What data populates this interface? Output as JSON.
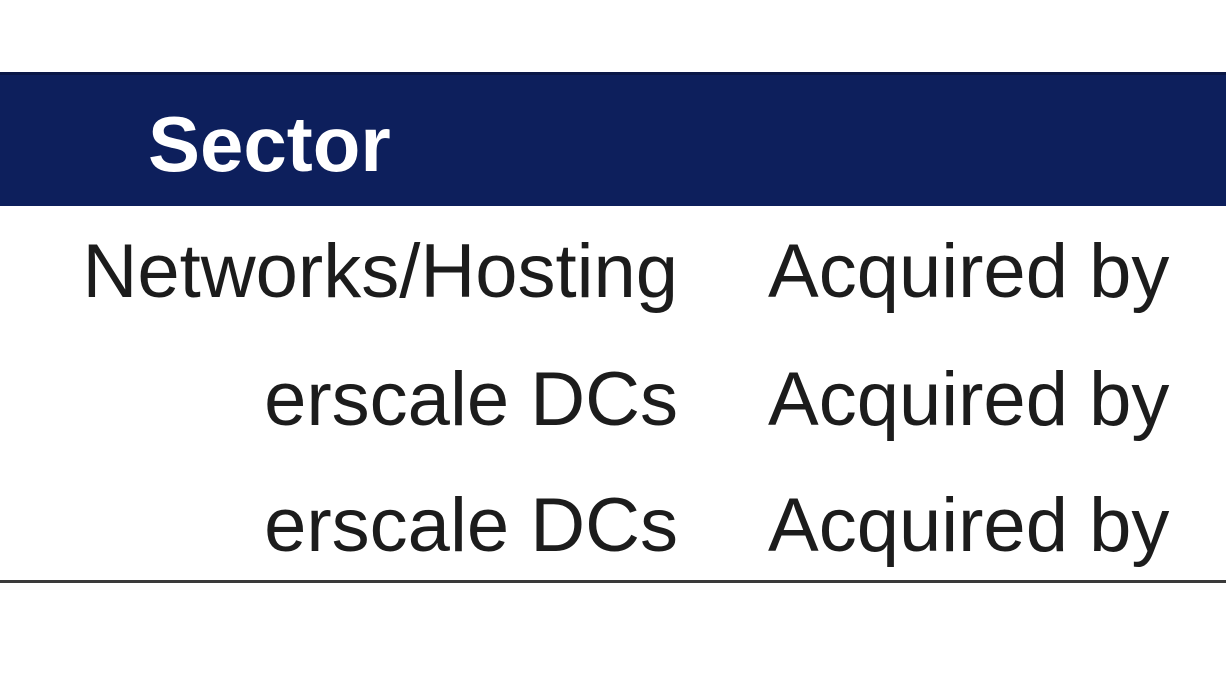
{
  "table": {
    "columns": [
      "Sector",
      ""
    ],
    "rows": [
      {
        "sector": "Networks/Hosting",
        "status": "Acquired by"
      },
      {
        "sector": "erscale DCs",
        "status": "Acquired by"
      },
      {
        "sector": "erscale DCs",
        "status": "Acquired by"
      }
    ]
  },
  "colors": {
    "header_bg": "#0d1f5c",
    "header_text": "#ffffff",
    "body_text": "#1c1c1c",
    "rule": "#3a3a3a"
  }
}
